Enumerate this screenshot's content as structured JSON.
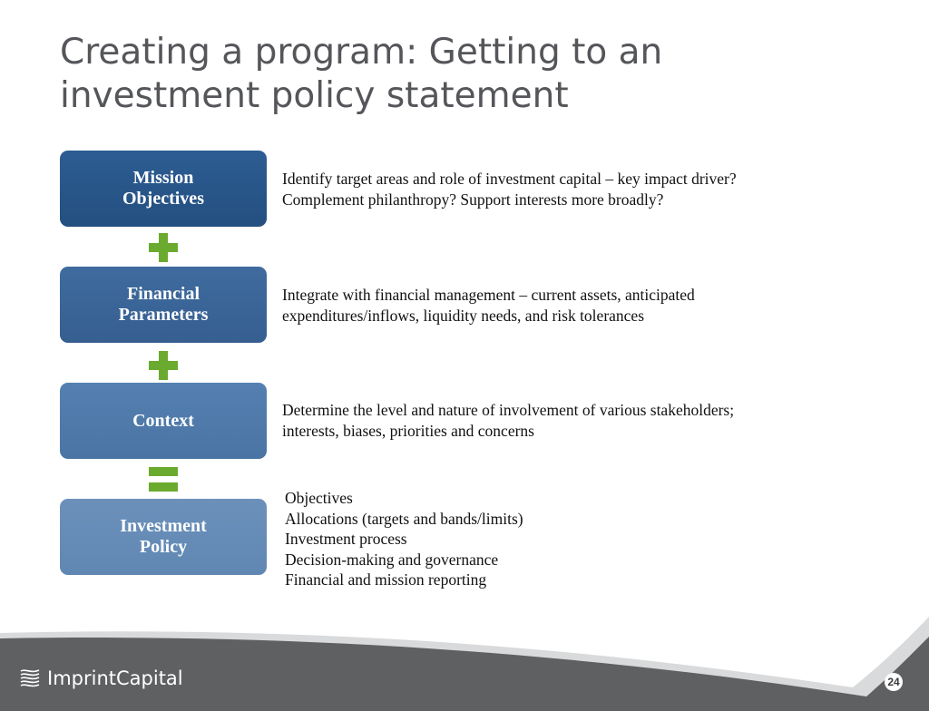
{
  "slide": {
    "title_lines": [
      "Creating a program: Getting to an",
      "investment policy statement"
    ],
    "steps": [
      {
        "label_lines": [
          "Mission",
          "Objectives"
        ],
        "description_lines": [
          "Identify target areas and role of investment capital – key impact driver?",
          "Complement philanthropy? Support interests more broadly?"
        ]
      },
      {
        "label_lines": [
          "Financial",
          "Parameters"
        ],
        "description_lines": [
          "Integrate with financial management – current assets, anticipated",
          "expenditures/inflows, liquidity needs, and risk tolerances"
        ]
      },
      {
        "label_lines": [
          "Context"
        ],
        "description_lines": [
          "Determine the level and nature of involvement of various stakeholders;",
          "interests, biases, priorities and concerns"
        ]
      },
      {
        "label_lines": [
          "Investment",
          "Policy"
        ],
        "items": [
          "Objectives",
          "Allocations (targets and bands/limits)",
          "Investment process",
          "Decision-making and governance",
          "Financial and mission reporting"
        ]
      }
    ],
    "operators": [
      "plus-icon",
      "plus-icon",
      "equals-icon"
    ],
    "colors": {
      "box_1": "#2d5d93",
      "box_2": "#3f6b9f",
      "box_3": "#5480b1",
      "box_4": "#6b91bb",
      "operator": "#6aaa2e",
      "footer": "#5f6062",
      "title": "#55565a"
    }
  },
  "footer": {
    "logo_text": "ImprintCapital",
    "page_number": "24"
  }
}
